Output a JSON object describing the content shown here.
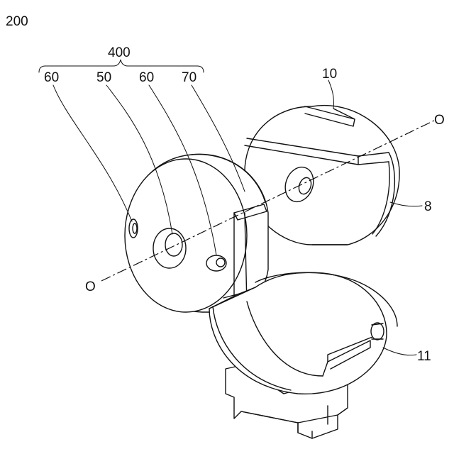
{
  "figure": {
    "figure_number": "200",
    "group_label": "400",
    "labels": {
      "hole_left": "60",
      "center_hole": "50",
      "hole_right": "60",
      "slot": "70",
      "top_groove": "10",
      "right_part": "8",
      "axis_upper": "O",
      "axis_lower": "O",
      "pin": "11"
    }
  }
}
